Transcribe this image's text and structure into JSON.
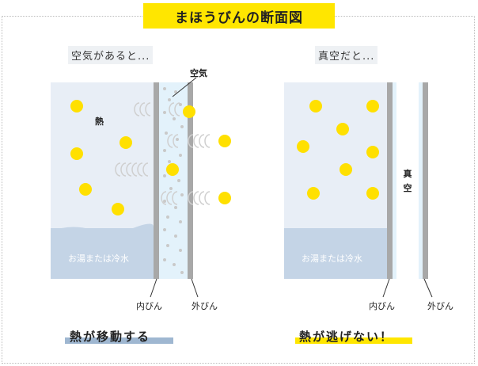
{
  "title": "まほうびんの断面図",
  "colors": {
    "title_bg": "#ffe600",
    "dot": "#ffe000",
    "liquid": "#c4d4e6",
    "vessel_bg": "#e8eef6",
    "wall": "#a8a8a8",
    "air_gap": "#e3f2fb",
    "left_underline": "#9fb7d1",
    "right_underline": "#ffe600"
  },
  "left_panel": {
    "caption": "空気があると...",
    "air_label": "空気",
    "heat_label": "熱",
    "liquid_label": "お湯または冷水",
    "inner_label": "内びん",
    "outer_label": "外びん",
    "conclusion": "熱が移動する"
  },
  "right_panel": {
    "caption": "真空だと...",
    "vacuum_label_1": "真",
    "vacuum_label_2": "空",
    "liquid_label": "お湯または冷水",
    "inner_label": "内びん",
    "outer_label": "外びん",
    "conclusion": "熱が逃げない！"
  }
}
